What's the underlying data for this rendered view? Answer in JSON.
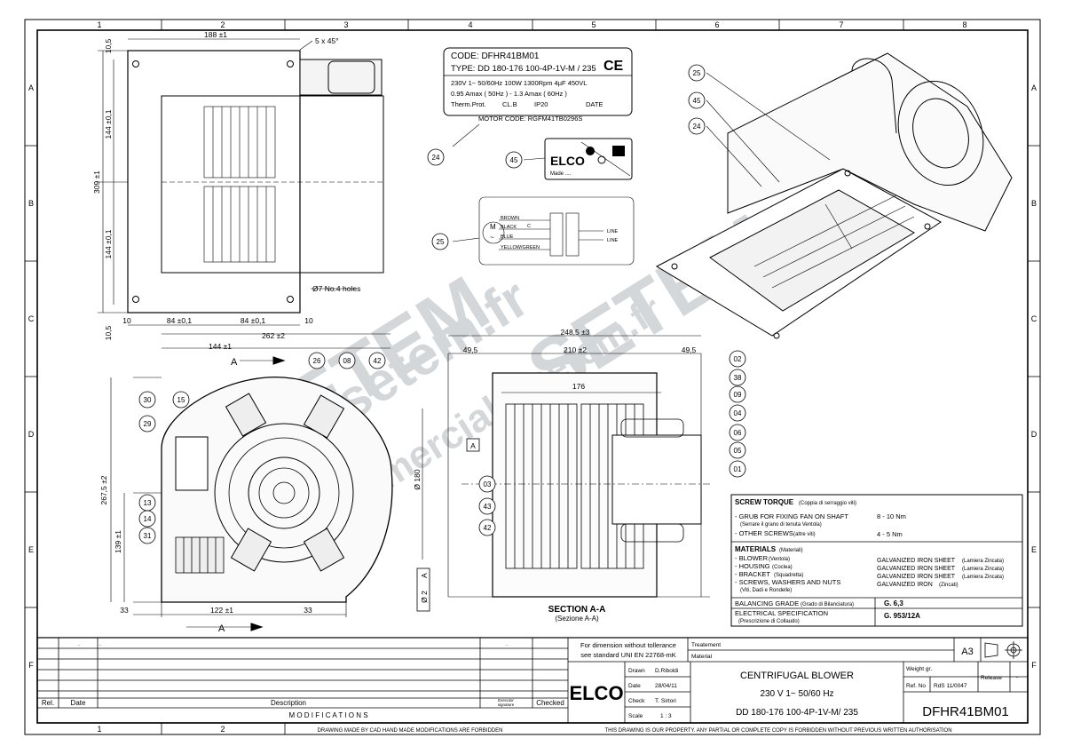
{
  "grid": {
    "cols": [
      "1",
      "2",
      "3",
      "4",
      "5",
      "6",
      "7",
      "8"
    ],
    "rows": [
      "A",
      "B",
      "C",
      "D",
      "E",
      "F"
    ]
  },
  "plan": {
    "width": "188 ±1",
    "chamfer": "5 x 45°",
    "top_margin": "10,5",
    "height": "309 ±1",
    "half_top": "144 ±0,1",
    "half_bottom": "144 ±0,1",
    "bottom_margin": "10,5",
    "holes": "Ø7  No.4 holes",
    "b_left": "10",
    "b_84a": "84 ±0,1",
    "b_84b": "84 ±0,1",
    "b_right": "10"
  },
  "nameplate": {
    "code": "CODE: DFHR41BM01",
    "type": "TYPE:  DD  180-176 100-4P-1V-M / 235",
    "ce": "CE",
    "line1": "230V  1~    50/60Hz    100W   1300Rpm   4µF   450VL",
    "line2": "0.95 Amax  ( 50Hz )    -    1.3 Amax  ( 60Hz )",
    "line3a": "Therm.Prot.",
    "line3b": "CL.B",
    "line3c": "IP20",
    "line3d": "DATE",
    "motor": "MOTOR CODE:  RGFM41TB0296S"
  },
  "wiring": {
    "m": "M",
    "tilde": "~",
    "brown": "BROWN",
    "black": "BLACK",
    "blue": "BLUE",
    "yg": "YELLOW/GREEN",
    "line_a": "LINE",
    "line_b": "LINE",
    "cap": "C"
  },
  "label45": {
    "brand": "ELCO",
    "made": "Made ...."
  },
  "front": {
    "width_total": "262 ±2",
    "w144": "144 ±1",
    "arrow_a": "A",
    "arrow_a2": "A",
    "height": "267,5 ±2",
    "h139": "139 ±1",
    "b33a": "33",
    "b122": "122 ±1",
    "b33b": "33"
  },
  "side": {
    "total": "248,5 ±3",
    "w49a": "49,5",
    "w210": "210 ±2",
    "w49b": "49,5",
    "w176": "176",
    "dia": "Ø 180",
    "sec_a": "A",
    "tol_a": "Ø 2",
    "tol_b": "A",
    "title": "SECTION A-A",
    "subtitle": "(Sezione A-A)"
  },
  "balloons": {
    "n25a": "25",
    "n45a": "45",
    "n24a": "24",
    "n24b": "24",
    "n45b": "45",
    "n25b": "25",
    "n26": "26",
    "n08": "08",
    "n42a": "42",
    "n30": "30",
    "n15": "15",
    "n29": "29",
    "n13": "13",
    "n14": "14",
    "n31": "31",
    "n02": "02",
    "n38": "38",
    "n09": "09",
    "n04": "04",
    "n06": "06",
    "n05": "05",
    "n01": "01",
    "n03": "03",
    "n43": "43",
    "n42b": "42"
  },
  "spec": {
    "torque_h": "SCREW TORQUE",
    "torque_it": "(Coppia di serraggio viti)",
    "grub": "- GRUB FOR FIXING FAN ON SHAFT",
    "grub_it": "(Serrare il grano di tenuta Ventola)",
    "grub_v": "8 - 10  Nm",
    "other": "- OTHER SCREWS",
    "other_it": "(altre viti)",
    "other_v": "4 - 5  Nm",
    "mat_h": "MATERIALS",
    "mat_it": "(Materiali)",
    "m1": "- BLOWER",
    "m1_it": "(Ventola)",
    "m2": "- HOUSING",
    "m2_it": "(Coclea)",
    "m3": "- BRACKET",
    "m3_it": "(Squadretta)",
    "m4": "- SCREWS, WASHERS AND NUTS",
    "m4_it": "(Viti, Dadi e Rondelle)",
    "v1": "GALVANIZED IRON SHEET",
    "v1_it": "(Lamiera Zincata)",
    "v2": "GALVANIZED IRON SHEET",
    "v2_it": "(Lamiera Zincata)",
    "v3": "GALVANIZED IRON SHEET",
    "v3_it": "(Lamiera Zincata)",
    "v4": "GALVANIZED IRON",
    "v4_it": "(Zincati)",
    "bal": "BALANCING GRADE",
    "bal_it": "(Grado di Bilanciatura)",
    "bal_v": "G. 6,3",
    "elec": "ELECTRICAL SPECIFICATION",
    "elec_it": "(Prescrizione di Collaudo)",
    "elec_v": "G. 953/12A"
  },
  "titleblock": {
    "rel": "Rel.",
    "date": "Date",
    "desc": "Description",
    "exec": "Executor",
    "sign": "signature",
    "checked": "Checked",
    "mods": "M O D I F I C A T I O N S",
    "tol1": "For dimension without tollerance",
    "tol2": "see standard UNI EN 22768-mK",
    "treat": "Treatement",
    "material": "Material",
    "dot": ".",
    "a3": "A3",
    "brand": "ELCO",
    "drawn_l": "Drawn",
    "drawn_v": "D.Riboldi",
    "date_l": "Date",
    "date_v": "28/04/11",
    "check_l": "Check",
    "check_v": "T. Sirtori",
    "scale_l": "Scale",
    "scale_v": "1 : 3",
    "title": "CENTRIFUGAL BLOWER",
    "spec": "230 V   1~      50/60 Hz",
    "model": "DD  180-176 100-4P-1V-M/ 235",
    "weight": "Weight gr.",
    "release": "Release",
    "rel_v": "-",
    "refno": "Ref. No",
    "ref_v": "RdS 11/0047",
    "code": "DFHR41BM01",
    "footer_l": "DRAWING MADE BY CAD HAND MADE MODIFICATIONS ARE FORBIDDEN",
    "footer_r": "THIS DRAWING IS OUR PROPERTY. ANY PARTIAL OR COMPLETE COPY IS FORBIDDEN WITHOUT PREVIOUS WRITTEN AUTHORISATION"
  },
  "watermark": {
    "w1": "www.setem.fr",
    "w2": "SETEM",
    "w3": "SETEM",
    "w4": "commercial@setem.fr"
  }
}
